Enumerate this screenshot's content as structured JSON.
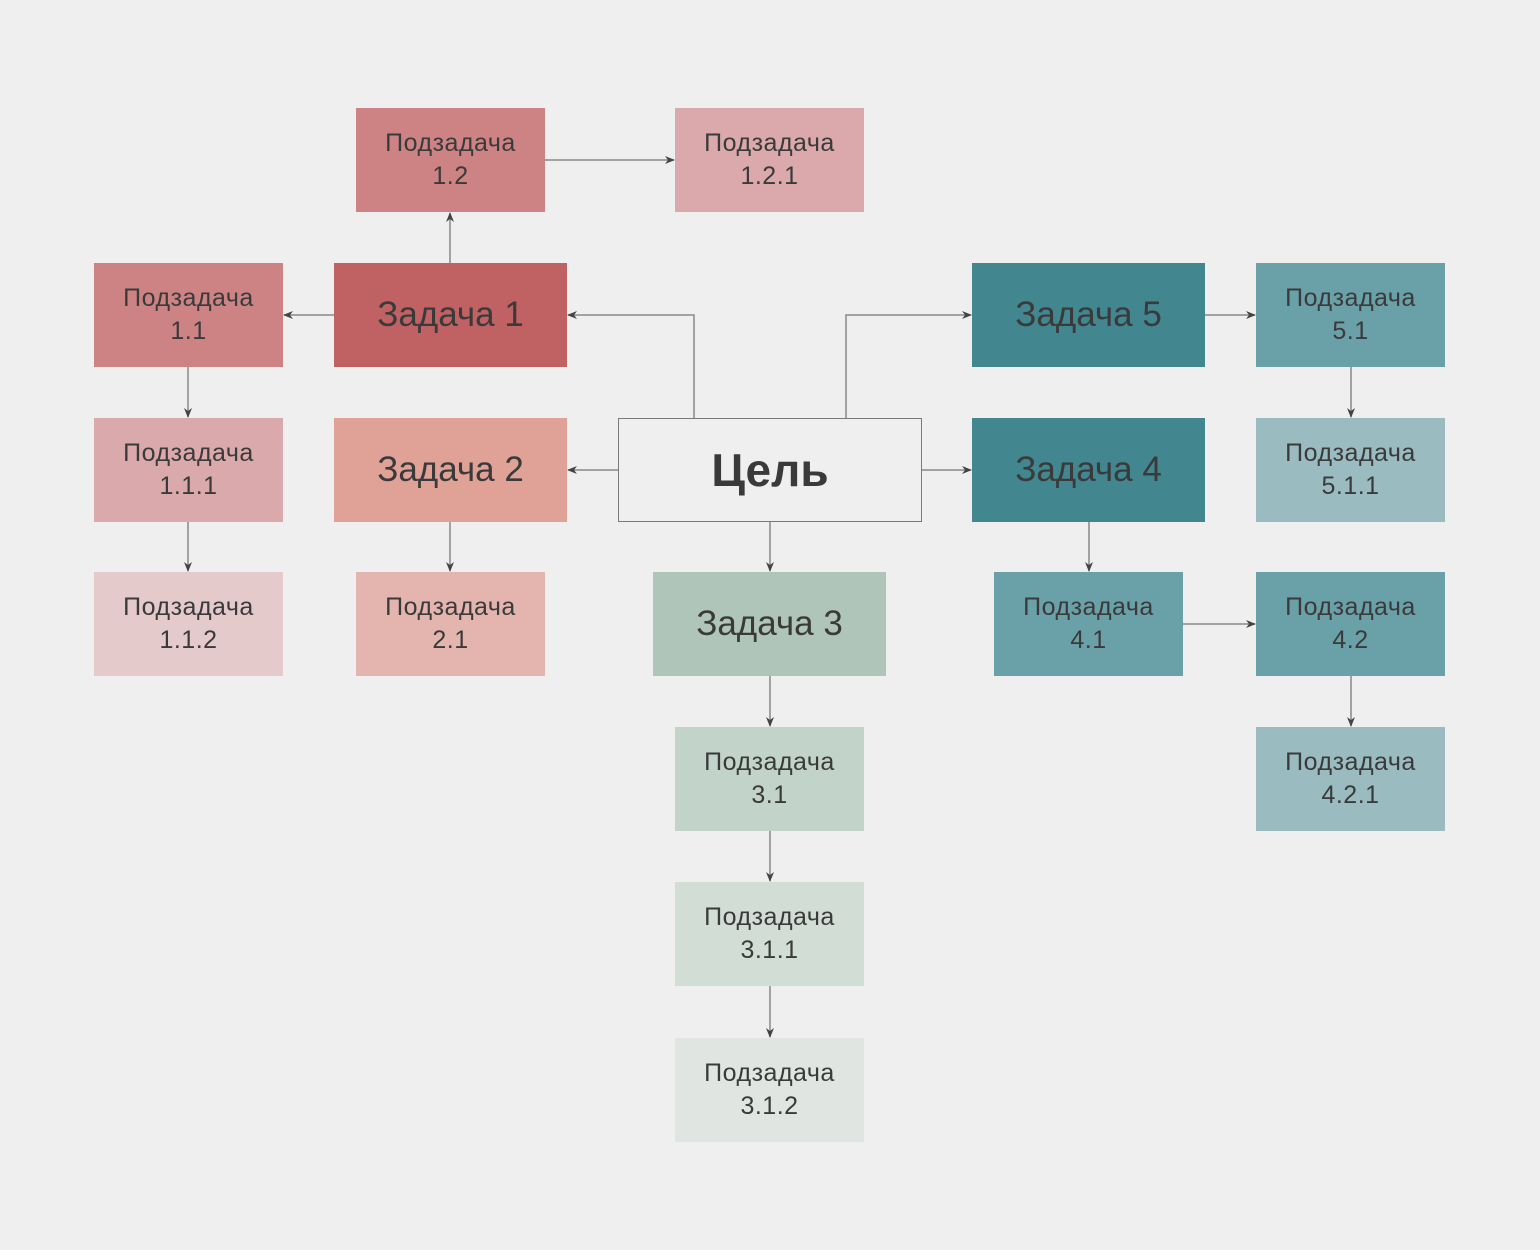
{
  "goal": "Цель",
  "tasks": {
    "t1": "Задача 1",
    "t2": "Задача 2",
    "t3": "Задача 3",
    "t4": "Задача 4",
    "t5": "Задача 5"
  },
  "subtask_word": "Подзадача",
  "subtasks": {
    "s1_1": "1.1",
    "s1_1_1": "1.1.1",
    "s1_1_2": "1.1.2",
    "s1_2": "1.2",
    "s1_2_1": "1.2.1",
    "s2_1": "2.1",
    "s3_1": "3.1",
    "s3_1_1": "3.1.1",
    "s3_1_2": "3.1.2",
    "s4_1": "4.1",
    "s4_2": "4.2",
    "s4_2_1": "4.2.1",
    "s5_1": "5.1",
    "s5_1_1": "5.1.1"
  },
  "colors": {
    "task1": "#c06263",
    "sub1": "#cd8384",
    "sub1_light": "#dba9ab",
    "sub1_lighter": "#e5cacb",
    "task2": "#e0a197",
    "sub2": "#e4b5ae",
    "task3": "#b0c5b9",
    "sub3": "#c2d3c9",
    "sub3_light": "#d2ddd6",
    "sub3_lighter": "#e0e5e1",
    "task45": "#428690",
    "sub45": "#6aa0a8",
    "sub45_light": "#9abcc1",
    "background": "#efefef"
  }
}
